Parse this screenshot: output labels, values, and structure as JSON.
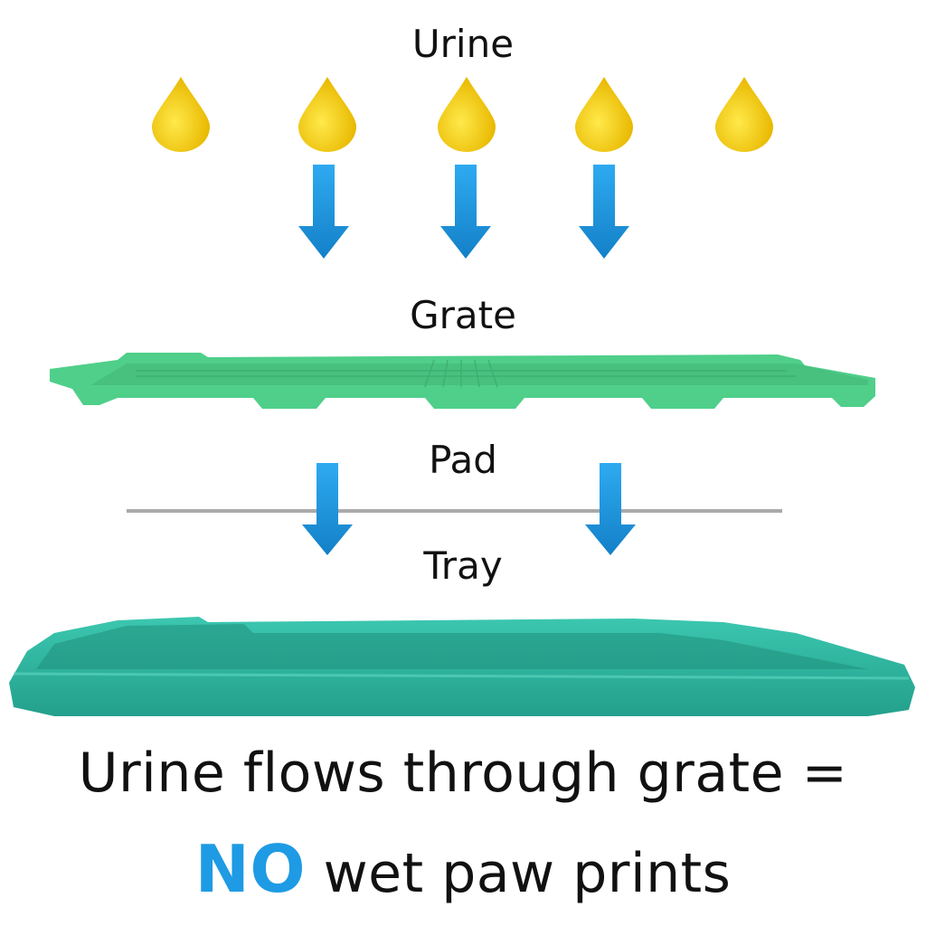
{
  "labels": {
    "urine": "Urine",
    "grate": "Grate",
    "pad": "Pad",
    "tray": "Tray"
  },
  "caption": {
    "line1": "Urine flows through grate =",
    "emphasis": "NO",
    "line2_rest": "wet paw prints"
  },
  "colors": {
    "drop": "#f5d100",
    "arrow": "#1e9be4",
    "grate": "#4fcf8a",
    "tray": "#2ab5a0",
    "pad_line": "#aaaaaa"
  }
}
